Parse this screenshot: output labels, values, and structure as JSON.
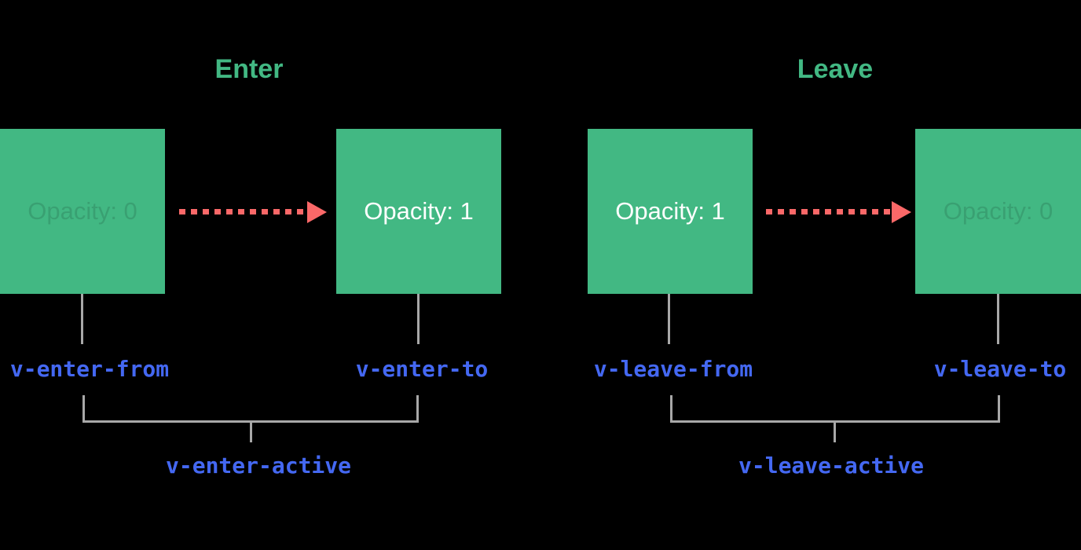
{
  "diagram": {
    "sections": [
      {
        "id": "enter",
        "title": "Enter",
        "from_box": {
          "text": "Opacity: 0",
          "faded": true
        },
        "to_box": {
          "text": "Opacity: 1",
          "faded": false
        },
        "from_label": "v-enter-from",
        "to_label": "v-enter-to",
        "active_label": "v-enter-active"
      },
      {
        "id": "leave",
        "title": "Leave",
        "from_box": {
          "text": "Opacity: 1",
          "faded": false
        },
        "to_box": {
          "text": "Opacity: 0",
          "faded": true
        },
        "from_label": "v-leave-from",
        "to_label": "v-leave-to",
        "active_label": "v-leave-active"
      }
    ]
  },
  "colors": {
    "background": "#000000",
    "green": "#42b883",
    "arrow_red": "#fa6868",
    "line_gray": "#a8a8a8",
    "label_blue": "#4468f2",
    "box_text": "#ffffff"
  }
}
